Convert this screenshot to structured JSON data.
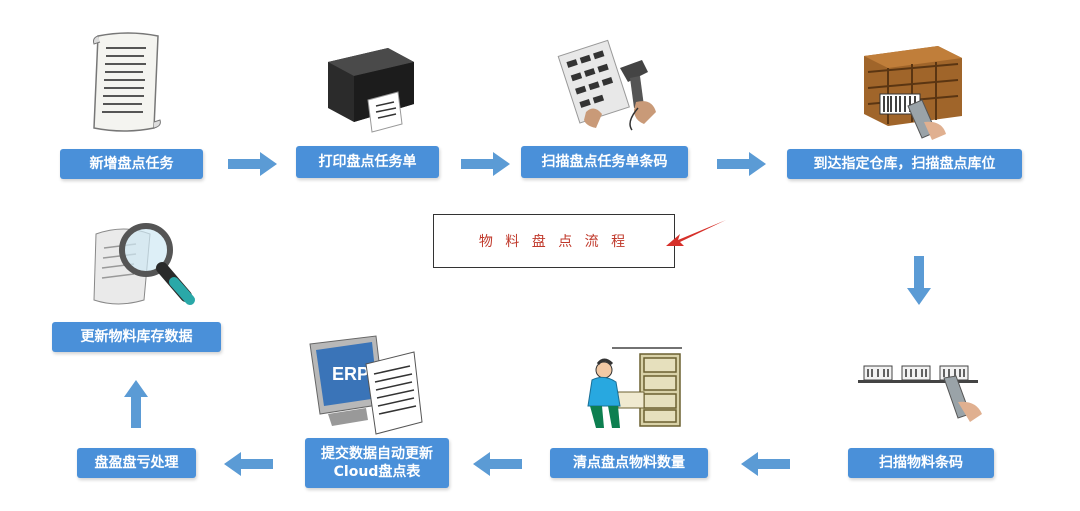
{
  "title": "物 料 盘 点 流 程",
  "colors": {
    "step_box": "#4a90d9",
    "arrow": "#5b9bd5",
    "title_text": "#c0392b",
    "pointer": "#d6302a"
  },
  "steps": [
    {
      "label": "新增盘点任务",
      "icon": "document-scroll-icon"
    },
    {
      "label": "打印盘点任务单",
      "icon": "label-printer-icon"
    },
    {
      "label": "扫描盘点任务单条码",
      "icon": "barcode-scanner-icon"
    },
    {
      "label": "到达指定仓库，扫描盘点库位",
      "icon": "warehouse-shelf-icon"
    },
    {
      "label": "扫描物料条码",
      "icon": "shelf-scan-icon"
    },
    {
      "label": "清点盘点物料数量",
      "icon": "filing-cabinet-person-icon"
    },
    {
      "label_line1": "提交数据自动更新",
      "label_line2": "Cloud盘点表",
      "icon": "erp-computer-icon",
      "icon_text": "ERP"
    },
    {
      "label": "盘盈盘亏处理",
      "icon": "none"
    },
    {
      "label": "更新物料库存数据",
      "icon": "magnifier-document-icon"
    }
  ]
}
